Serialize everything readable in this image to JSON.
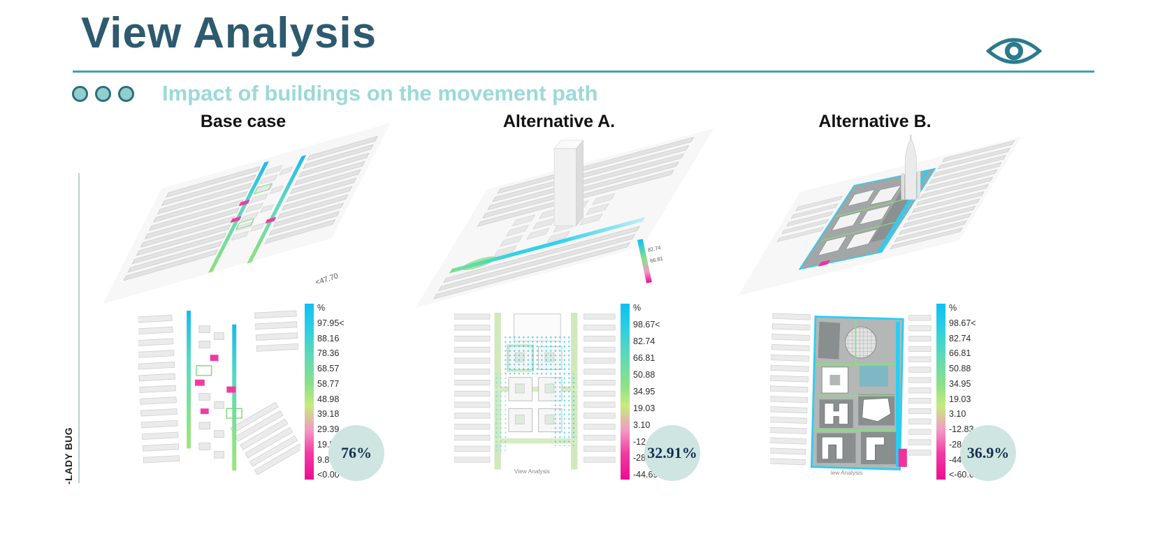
{
  "page": {
    "title": "View Analysis",
    "subtitle": "Impact of buildings on the movement path",
    "side_label": "-LADY BUG"
  },
  "icons": {
    "header_icon": "eye-icon",
    "subtitle_bullets": "three-circles"
  },
  "colors": {
    "title": "#2d5a6e",
    "subtitle": "#9cd9d9",
    "accent_line": "#43a0ae",
    "badge_bg": "#cfe5e2",
    "badge_text": "#14304e",
    "legend_cyan": "#10c0f2",
    "legend_green": "#8ce08a",
    "legend_pink": "#ee0d92"
  },
  "columns": [
    {
      "heading": "Base case",
      "badge": "76%",
      "label_3d": "<47.70",
      "legend": {
        "unit": "%",
        "values": [
          "97.95<",
          "88.16",
          "78.36",
          "68.57",
          "58.77",
          "48.98",
          "39.18",
          "29.39",
          "19.59",
          "9.80",
          "<0.00"
        ]
      }
    },
    {
      "heading": "Alternative A.",
      "badge": "32.91%",
      "mini_legend": [
        "82.74",
        "66.81"
      ],
      "caption": "View Analysis",
      "legend": {
        "unit": "%",
        "values": [
          "98.67<",
          "82.74",
          "66.81",
          "50.88",
          "34.95",
          "19.03",
          "3.10",
          "-12.83",
          "-28.76",
          "-44.69"
        ]
      }
    },
    {
      "heading": "Alternative B.",
      "badge": "36.9%",
      "caption": "iew Analysis",
      "legend": {
        "unit": "%",
        "values": [
          "98.67<",
          "82.74",
          "66.81",
          "50.88",
          "34.95",
          "19.03",
          "3.10",
          "-12.83",
          "-28.76",
          "-44.69",
          "<-60.62"
        ]
      }
    }
  ]
}
